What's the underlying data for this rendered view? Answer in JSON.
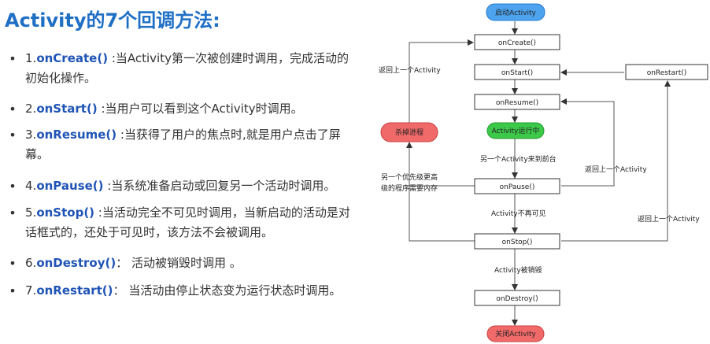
{
  "title": "Activity的7个回调方法:",
  "methods": [
    {
      "num": "1.",
      "name": "onCreate()",
      "sep": " :",
      "desc": "当Activity第一次被创建时调用，完成活动的初始化操作。"
    },
    {
      "num": "2.",
      "name": "onStart()",
      "sep": " :",
      "desc": "当用户可以看到这个Activity时调用。"
    },
    {
      "num": "3.",
      "name": "onResume()",
      "sep": " :",
      "desc": "当获得了用户的焦点时,就是用户点击了屏幕。"
    },
    {
      "num": "4.",
      "name": "onPause()",
      "sep": " :",
      "desc": "当系统准备启动或回复另一个活动时调用。"
    },
    {
      "num": "5.",
      "name": "onStop()",
      "sep": " :",
      "desc": "当活动完全不可见时调用，当新启动的活动是对话框式的，还处于可见时，该方法不会被调用。"
    },
    {
      "num": "6.",
      "name": "onDestroy()",
      "sep": "： ",
      "desc": "活动被销毁时调用 。"
    },
    {
      "num": "7.",
      "name": "onRestart()",
      "sep": "： ",
      "desc": "当活动由停止状态变为运行状态时调用。"
    }
  ],
  "diagram": {
    "start": "启动Activity",
    "on_create": "onCreate()",
    "on_start": "onStart()",
    "on_restart": "onRestart()",
    "on_resume": "onResume()",
    "running": "Activity运行中",
    "kill_process": "杀掉进程",
    "on_pause": "onPause()",
    "on_stop": "onStop()",
    "on_destroy": "onDestroy()",
    "close": "关闭Activity",
    "label_back_top": "返回上一个Activity",
    "label_foreground": "另一个Activity来到前台",
    "label_back_resume": "返回上一个Activity",
    "label_priority_line1": "另一个优先级更高",
    "label_priority_line2": "级的程序需要内存",
    "label_invisible": "Activity不再可见",
    "label_back_restart": "返回上一个Activity",
    "label_destroyed": "Activity被销毁"
  },
  "colors": {
    "title": "#1f6fc5",
    "method": "#1f54b5",
    "start_node": "#4da3ee",
    "running_node": "#3cc94a",
    "kill_node": "#f16a6a",
    "close_node": "#f16a6a"
  }
}
